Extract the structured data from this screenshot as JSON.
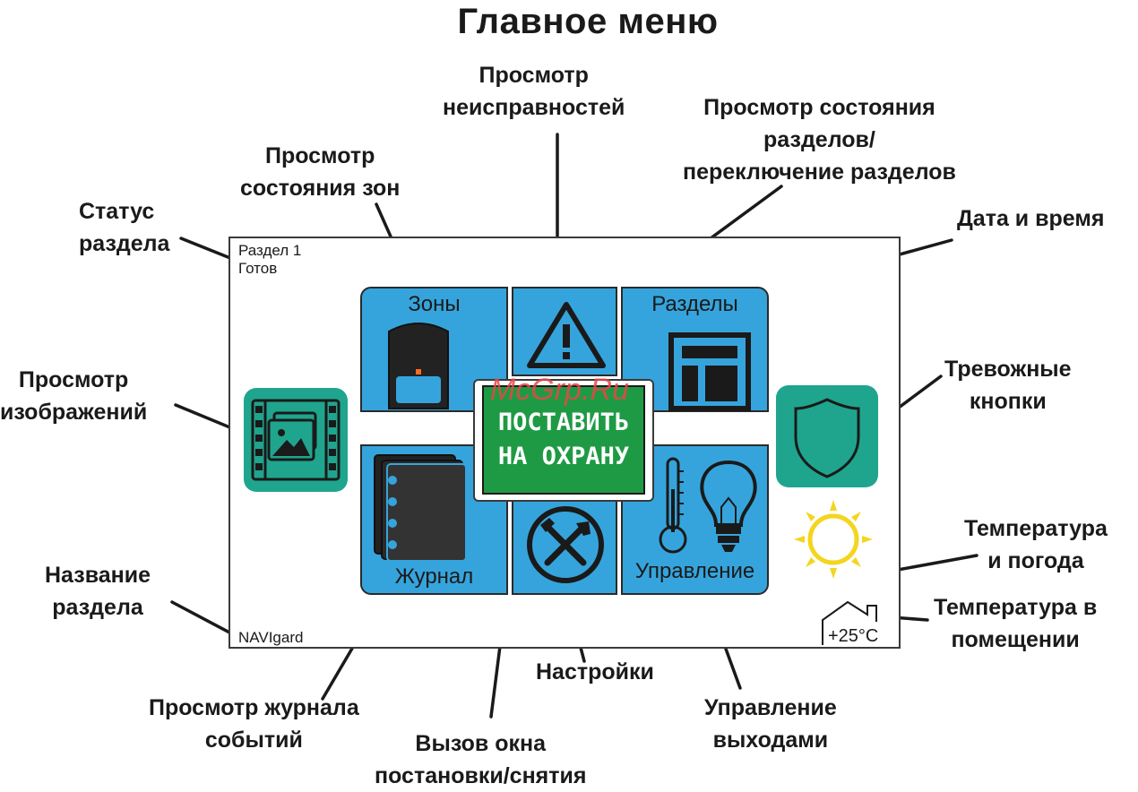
{
  "title": "Главное меню",
  "colors": {
    "tile_blue": "#36a4dc",
    "side_button_teal": "#1fa58e",
    "arm_button_green": "#1f9a44",
    "sun_yellow": "#f4d51f",
    "watermark_red": "#e64646"
  },
  "callouts": {
    "partition_status": [
      "Статус",
      "раздела"
    ],
    "zones_view": [
      "Просмотр",
      "состояния зон"
    ],
    "faults_view": [
      "Просмотр",
      "неисправностей"
    ],
    "partitions_view": [
      "Просмотр состояния",
      "разделов/",
      "переключение разделов"
    ],
    "date_time": [
      "Дата и время"
    ],
    "images_view": [
      "Просмотр",
      "изображений"
    ],
    "panic_buttons": [
      "Тревожные",
      "кнопки"
    ],
    "temp_weather": [
      "Температура",
      "и погода"
    ],
    "partition_name": [
      "Название",
      "раздела"
    ],
    "indoor_temp": [
      "Температура в",
      "помещении"
    ],
    "journal_view": [
      "Просмотр журнала",
      "событий"
    ],
    "settings": [
      "Настройки"
    ],
    "arm_dialog": [
      "Вызов окна",
      "постановки/снятия"
    ],
    "outputs_control": [
      "Управление",
      "выходами"
    ]
  },
  "screen": {
    "partition_label": "Раздел 1",
    "partition_state": "Готов",
    "partition_name": "NAVIgard",
    "indoor_temperature": "+25°C",
    "tiles": {
      "zones": "Зоны",
      "partitions": "Разделы",
      "journal": "Журнал",
      "control": "Управление"
    },
    "arm_button": [
      "ПОСТАВИТЬ",
      "НА ОХРАНУ"
    ]
  },
  "icons": {
    "images": "gallery-icon",
    "zones": "motion-sensor-icon",
    "faults": "warning-icon",
    "partitions": "layout-icon",
    "panic": "shield-icon",
    "journal": "notebook-icon",
    "settings": "tools-icon",
    "control": "thermometer-bulb-icon",
    "weather": "sun-icon",
    "indoor": "house-icon"
  },
  "watermark": "McGrp.Ru"
}
